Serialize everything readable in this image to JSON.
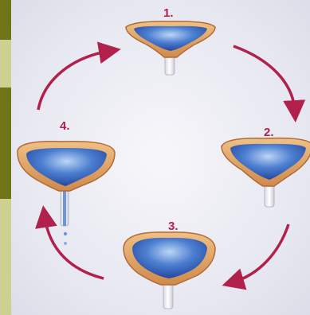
{
  "stages": [
    {
      "label": "1.",
      "icon": "bladder-icon"
    },
    {
      "label": "2.",
      "icon": "bladder-icon"
    },
    {
      "label": "3.",
      "icon": "bladder-icon"
    },
    {
      "label": "4.",
      "icon": "bladder-icon"
    }
  ],
  "colors": {
    "arrow": "#b2204c",
    "wall": "#e0a065",
    "wall_edge": "#b06a38",
    "fluid_dark": "#1e3f9a",
    "fluid_light": "#8fb6e8",
    "background": "#e6e7f0"
  }
}
